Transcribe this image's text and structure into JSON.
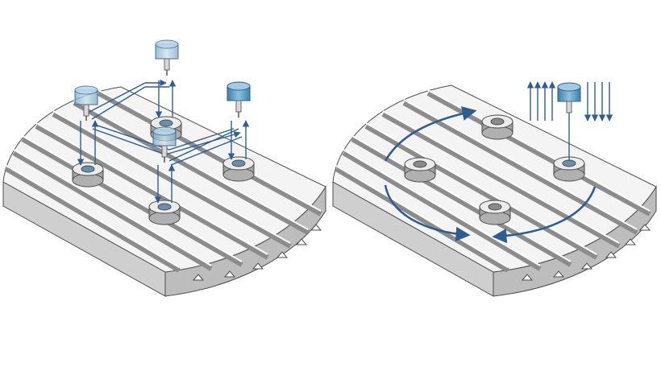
{
  "figure": {
    "panels": [
      {
        "name": "left",
        "description_visible_text": "",
        "bushings": 4,
        "probes": 4,
        "motion": "linear-xyz"
      },
      {
        "name": "right",
        "description_visible_text": "",
        "bushings": 4,
        "probes": 1,
        "motion": "rotary"
      }
    ],
    "colors": {
      "table_top": "#f2f2f2",
      "table_side": "#d6d6d6",
      "table_edge": "#505050",
      "slot_dark": "#8a8a8a",
      "arrow": "#2f5d92",
      "probe_blue": "#5b9bc4",
      "bushing": "#c8c8c8"
    }
  }
}
